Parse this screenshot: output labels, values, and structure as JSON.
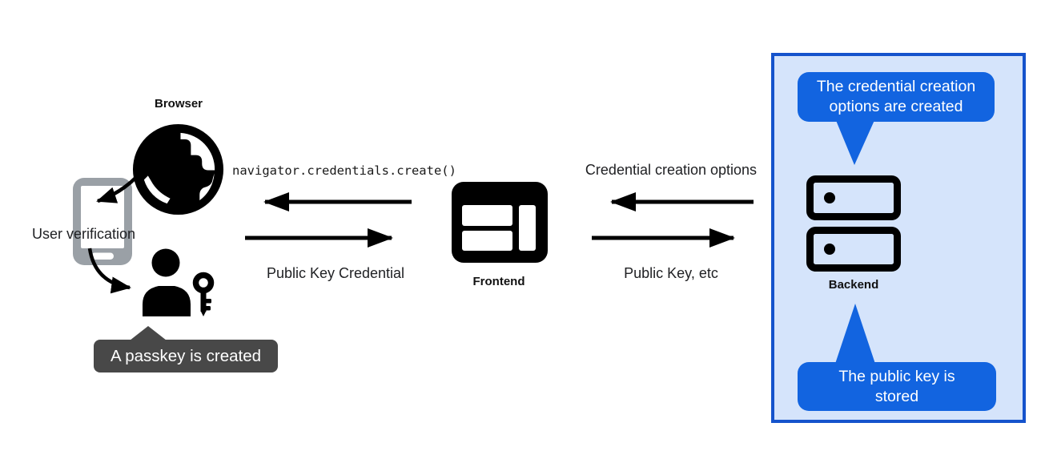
{
  "left_group": {
    "browser_label": "Browser",
    "user_verification_label": "User verification",
    "passkey_tooltip_text": "A passkey is created"
  },
  "center_group": {
    "frontend_label": "Frontend",
    "to_frontend_arrow_label": "navigator.credentials.create()",
    "from_frontend_arrow_label": "Public Key Credential"
  },
  "right_group": {
    "backend_label": "Backend",
    "to_frontend_arrow_label": "Credential creation options",
    "from_frontend_arrow_label": "Public Key, etc",
    "top_bubble_text": "The credential creation options are created",
    "bottom_bubble_text": "The public key is stored"
  },
  "icons": {
    "globe": "globe-browser-icon",
    "phone": "phone-icon",
    "user_key": "user-with-key-icon",
    "frontend": "browser-window-icon",
    "backend": "server-icon"
  },
  "colors": {
    "bubble_blue": "#1264e0",
    "panel_fill": "#d5e4fb",
    "panel_border": "#1553cc",
    "tooltip_gray": "#484848",
    "phone_gray": "#9aa0a6",
    "ink": "#000000"
  }
}
